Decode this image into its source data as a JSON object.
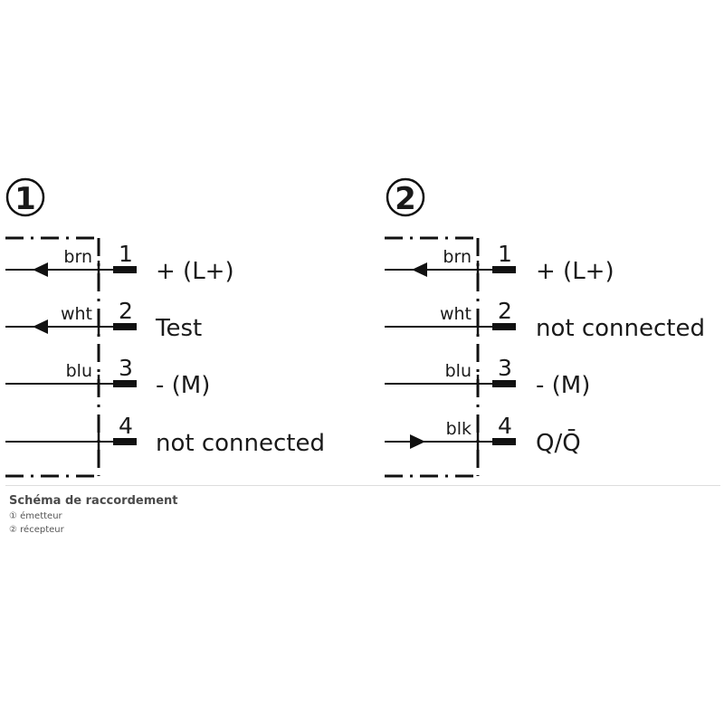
{
  "diagram": {
    "panels": [
      {
        "id": "1",
        "marker": "1",
        "wires": [
          {
            "color": "brn",
            "pin": "1",
            "signal": "+ (L+)",
            "arrow": "left"
          },
          {
            "color": "wht",
            "pin": "2",
            "signal": "Test",
            "arrow": "left"
          },
          {
            "color": "blu",
            "pin": "3",
            "signal": "- (M)",
            "arrow": "none"
          },
          {
            "color": "",
            "pin": "4",
            "signal": "not connected",
            "arrow": "none"
          }
        ]
      },
      {
        "id": "2",
        "marker": "2",
        "wires": [
          {
            "color": "brn",
            "pin": "1",
            "signal": "+ (L+)",
            "arrow": "left"
          },
          {
            "color": "wht",
            "pin": "2",
            "signal": "not connected",
            "arrow": "none"
          },
          {
            "color": "blu",
            "pin": "3",
            "signal": "- (M)",
            "arrow": "none"
          },
          {
            "color": "blk",
            "pin": "4",
            "signal": "Q/Q̄",
            "arrow": "right"
          }
        ]
      }
    ]
  },
  "caption": {
    "title": "Schéma de raccordement",
    "legend": [
      {
        "marker": "①",
        "text": "émetteur"
      },
      {
        "marker": "②",
        "text": "récepteur"
      }
    ]
  }
}
